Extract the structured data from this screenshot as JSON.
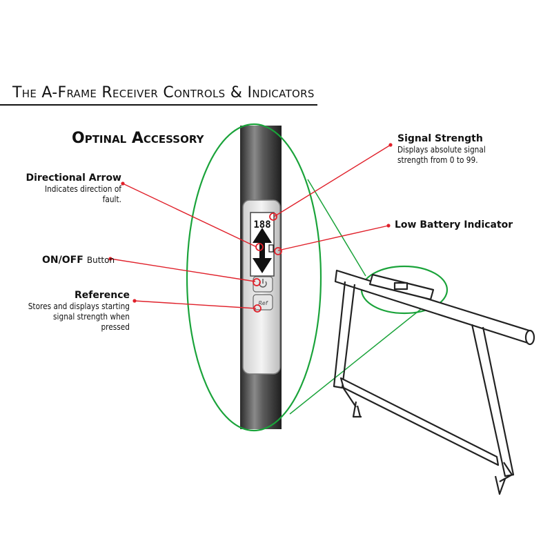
{
  "title": "The A-Frame Receiver Controls & Indicators",
  "subtitle": "Optinal Accessory",
  "callouts": {
    "directional_arrow": {
      "heading": "Directional Arrow",
      "description_line1": "Indicates direction of",
      "description_line2": "fault."
    },
    "on_off": {
      "heading": "ON/OFF",
      "description": "Button"
    },
    "reference": {
      "heading": "Reference",
      "line1": "Stores and displays starting",
      "line2": "signal strength when",
      "line3": "pressed"
    },
    "signal_strength": {
      "heading": "Signal Strength",
      "line1": "Displays absolute signal",
      "line2": "strength from 0 to 99."
    },
    "low_battery": {
      "heading": "Low Battery Indicator"
    }
  },
  "device": {
    "display_digits": "188",
    "ref_button_label": "Ref"
  },
  "colors": {
    "callout_red": "#e0202a",
    "zoom_green": "#1aa33a",
    "tube_dark": "#4a4a4a",
    "outline": "#222222"
  }
}
